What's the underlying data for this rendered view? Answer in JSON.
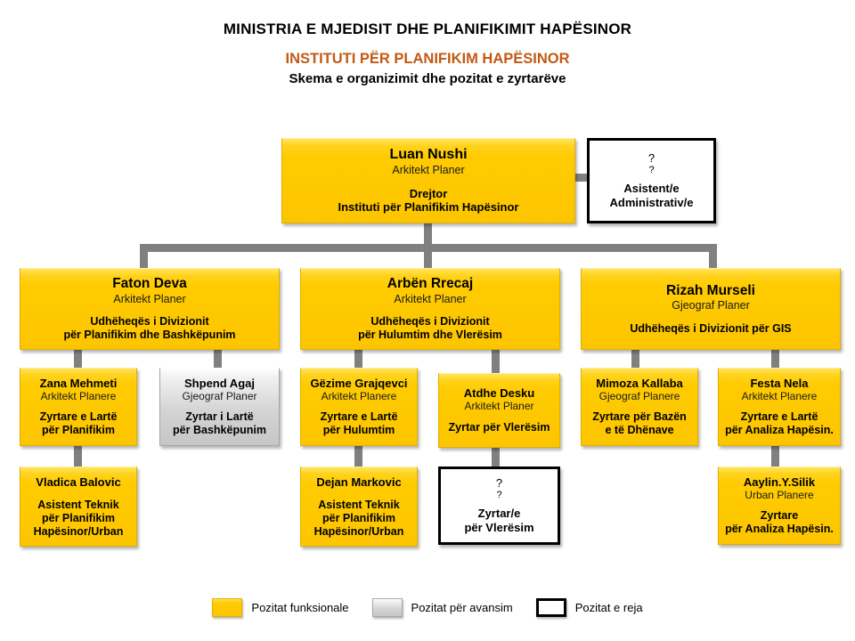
{
  "header": {
    "ministry": "MINISTRIA E MJEDISIT DHE PLANIFIKIMIT HAPËSINOR",
    "institute": "INSTITUTI PËR PLANIFIKIM HAPËSINOR",
    "subtitle": "Skema e organizimit dhe pozitat e zyrtarëve"
  },
  "colors": {
    "functional": "#FFCB00",
    "advancement": "#C6C6C6",
    "new": "#FFFFFF",
    "connector": "#808080",
    "institute_title": "#C25A12"
  },
  "nodes": {
    "director": {
      "name": "Luan Nushi",
      "subtitle": "Arkitekt Planer",
      "role_line1": "Drejtor",
      "role_line2": "Instituti për Planifikim Hapësinor",
      "type": "functional"
    },
    "assistant": {
      "q1": "?",
      "q2": "?",
      "role_line1": "Asistent/e",
      "role_line2": "Administrativ/e",
      "type": "new"
    },
    "div1": {
      "name": "Faton Deva",
      "subtitle": "Arkitekt Planer",
      "role_line1": "Udhëheqës i Divizionit",
      "role_line2": "për Planifikim dhe Bashkëpunim",
      "type": "functional"
    },
    "div2": {
      "name": "Arbën Rrecaj",
      "subtitle": "Arkitekt Planer",
      "role_line1": "Udhëheqës i Divizionit",
      "role_line2": "për Hulumtim dhe Vlerësim",
      "type": "functional"
    },
    "div3": {
      "name": "Rizah Murseli",
      "subtitle": "Gjeograf Planer",
      "role_line1": "Udhëheqës i Divizionit për GIS",
      "role_line2": "",
      "type": "functional"
    },
    "zana": {
      "name": "Zana Mehmeti",
      "subtitle": "Arkitekt Planere",
      "role_line1": "Zyrtare e Lartë",
      "role_line2": "për Planifikim",
      "type": "functional"
    },
    "shpend": {
      "name": "Shpend Agaj",
      "subtitle": "Gjeograf Planer",
      "role_line1": "Zyrtar i Lartë",
      "role_line2": "për Bashkëpunim",
      "type": "advancement"
    },
    "gezime": {
      "name": "Gëzime Grajqevci",
      "subtitle": "Arkitekt Planere",
      "role_line1": "Zyrtare e Lartë",
      "role_line2": "për Hulumtim",
      "type": "functional"
    },
    "atdhe": {
      "name": "Atdhe Desku",
      "subtitle": "Arkitekt Planer",
      "role_line1": "Zyrtar për Vlerësim",
      "role_line2": "",
      "type": "functional"
    },
    "mimoza": {
      "name": "Mimoza Kallaba",
      "subtitle": "Gjeograf Planere",
      "role_line1": "Zyrtare për Bazën",
      "role_line2": "e të Dhënave",
      "type": "functional"
    },
    "festa": {
      "name": "Festa Nela",
      "subtitle": "Arkitekt Planere",
      "role_line1": "Zyrtare e Lartë",
      "role_line2": "për Analiza Hapësin.",
      "type": "functional"
    },
    "vladica": {
      "name": "Vladica Balovic",
      "subtitle": "",
      "role_line1": "Asistent Teknik",
      "role_line2": "për Planifikim",
      "role_line3": "Hapësinor/Urban",
      "type": "functional"
    },
    "dejan": {
      "name": "Dejan Markovic",
      "subtitle": "",
      "role_line1": "Asistent Teknik",
      "role_line2": "për Planifikim",
      "role_line3": "Hapësinor/Urban",
      "type": "functional"
    },
    "vleresim_new": {
      "q1": "?",
      "q2": "?",
      "role_line1": "Zyrtar/e",
      "role_line2": "për Vlerësim",
      "type": "new"
    },
    "aaylin": {
      "name": "Aaylin.Y.Silik",
      "subtitle": "Urban Planere",
      "role_line1": "Zyrtare",
      "role_line2": "për Analiza Hapësin.",
      "type": "functional"
    }
  },
  "legend": {
    "functional_label": "Pozitat funksionale",
    "advancement_label": "Pozitat për avansim",
    "new_label": "Pozitat e reja"
  }
}
